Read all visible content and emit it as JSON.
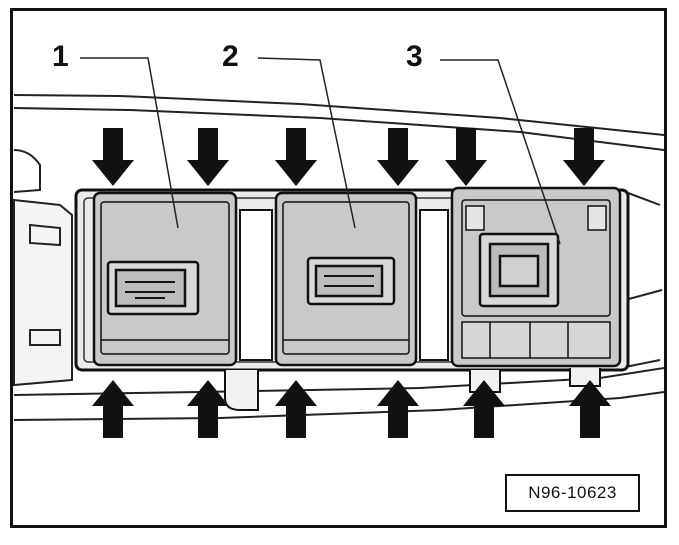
{
  "callouts": {
    "c1": "1",
    "c2": "2",
    "c3": "3"
  },
  "reference_number": "N96-10623",
  "arrow_count_top": 6,
  "arrow_count_bottom": 6,
  "colors": {
    "ink": "#111111",
    "component_fill": "#c9c9c9",
    "frame_fill": "#ebebeb",
    "background": "#ffffff"
  }
}
